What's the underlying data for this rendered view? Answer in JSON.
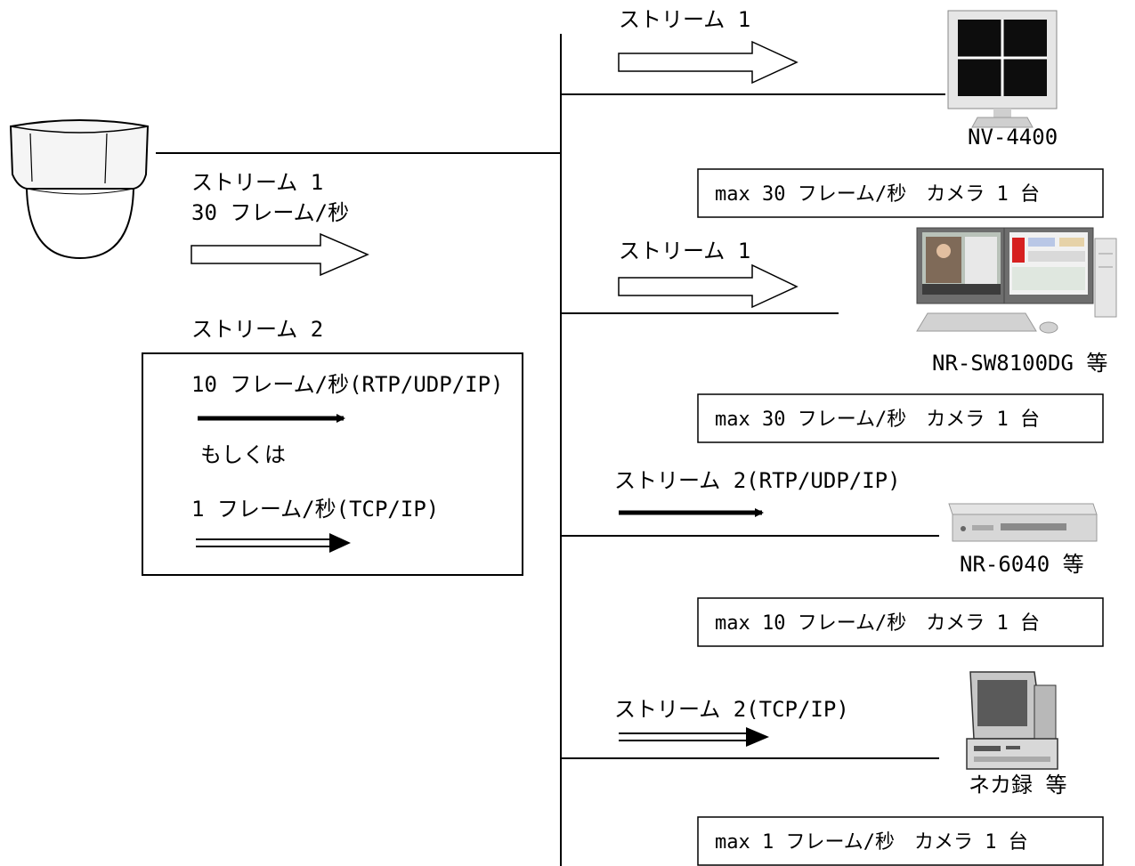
{
  "camera": {
    "stream1_label": "ストリーム 1",
    "stream1_rate": "30 フレーム/秒",
    "stream2_label": "ストリーム 2",
    "stream2_option_rtp": "10 フレーム/秒(RTP/UDP/IP)",
    "stream2_or": "もしくは",
    "stream2_option_tcp": "1 フレーム/秒(TCP/IP)"
  },
  "receivers": [
    {
      "stream_label": "ストリーム 1",
      "device_label": "NV-4400",
      "capacity": "max 30 フレーム/秒　カメラ 1 台"
    },
    {
      "stream_label": "ストリーム 1",
      "device_label": "NR-SW8100DG 等",
      "capacity": "max 30 フレーム/秒　カメラ 1 台"
    },
    {
      "stream_label": "ストリーム 2(RTP/UDP/IP)",
      "device_label": "NR-6040 等",
      "capacity": "max 10 フレーム/秒　カメラ 1 台"
    },
    {
      "stream_label": "ストリーム 2(TCP/IP)",
      "device_label": "ネカ録 等",
      "capacity": "max 1 フレーム/秒　カメラ 1 台"
    }
  ],
  "icons": {
    "camera": "dome-camera-icon",
    "monitor": "lcd-monitor-icon",
    "workstation": "workstation-icon",
    "recorder": "network-recorder-icon",
    "pc": "desktop-pc-icon"
  }
}
